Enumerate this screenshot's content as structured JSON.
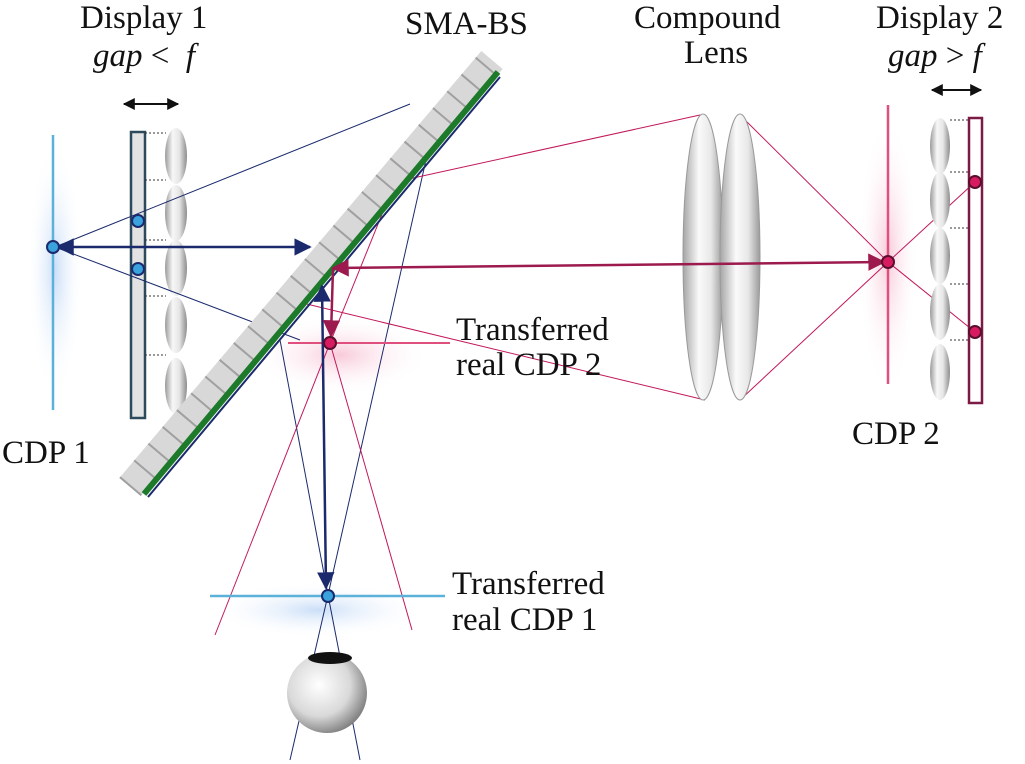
{
  "labels": {
    "display1": "Display 1",
    "gap1_var": "gap",
    "gap1_rel": " <  ",
    "gap1_f": "f",
    "sma_bs": "SMA-BS",
    "compound_line1": "Compound",
    "compound_line2": "Lens",
    "display2": "Display 2",
    "gap2_var": "gap",
    "gap2_rel": " > ",
    "gap2_f": "f",
    "transferred2_line1": "Transferred",
    "transferred2_line2": "real CDP 2",
    "cdp1": "CDP 1",
    "cdp2": "CDP 2",
    "transferred1_line1": "Transferred",
    "transferred1_line2": "real CDP 1"
  },
  "colors": {
    "blue_light": "#5bb1d9",
    "blue_dark": "#1a2a6c",
    "magenta": "#c2185b",
    "magenta_dark": "#9c1a4e",
    "pink_line": "#e0507f",
    "mirror_green": "#1d7a2a",
    "lens_gray": "#d8d8d8"
  },
  "icons": {
    "eye": "eyeball-icon",
    "arrow": "double-arrow-icon"
  }
}
